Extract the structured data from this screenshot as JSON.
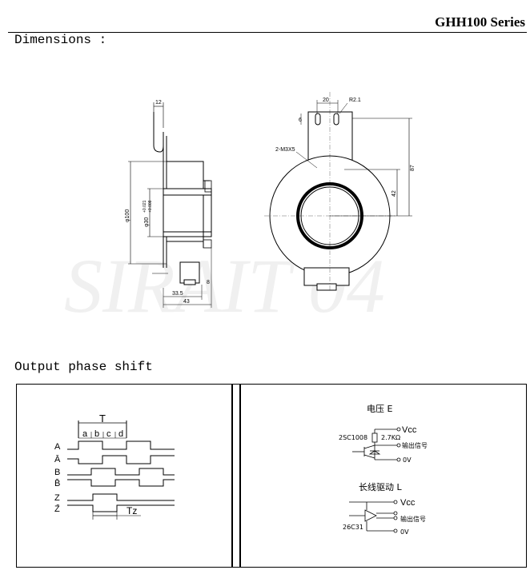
{
  "header": {
    "series": "GHH100 Series"
  },
  "sections": {
    "dimensions": "Dimensions :",
    "phase": "Output phase shift"
  },
  "watermark": "SIRAIT 04",
  "side_view": {
    "top_width": "12",
    "diameter_outer": "φ100",
    "bore_a": "φ30",
    "bore_b": "+0.021",
    "bore_c": "+0.008",
    "depth_1": "33.5",
    "depth_2": "43",
    "tail": "8"
  },
  "front_view": {
    "width": "20",
    "radius": "R2.1",
    "slot": "6",
    "screws": "2-M3X5",
    "height_total": "87",
    "height_center": "42"
  },
  "timing": {
    "period": "T",
    "segments": [
      "a",
      "b",
      "c",
      "d"
    ],
    "signals": [
      "A",
      "Ā",
      "B",
      "B̄",
      "Z",
      "Z̄"
    ],
    "z_width": "Tz"
  },
  "circuit_e": {
    "title": "电压 E",
    "vcc": "Vcc",
    "transistor": "2SC1008",
    "resistor": "2.7KΩ",
    "output": "输出信号",
    "ground": "0V"
  },
  "circuit_l": {
    "title": "长线驱动 L",
    "vcc": "Vcc",
    "driver": "26C31",
    "output": "输出信号",
    "ground": "0V"
  }
}
